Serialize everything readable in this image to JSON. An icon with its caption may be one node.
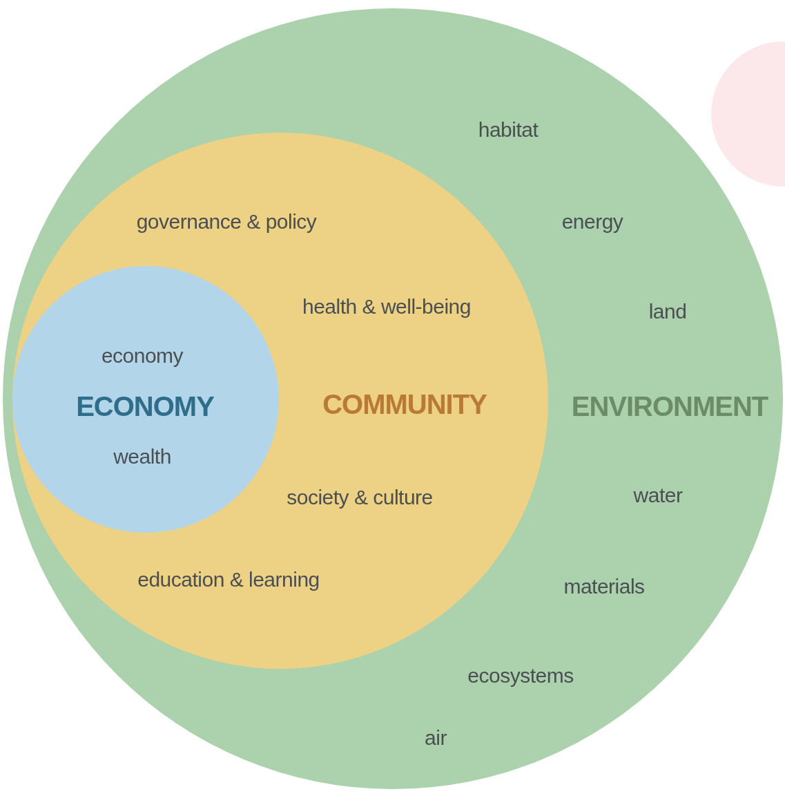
{
  "diagram": {
    "nodes": [
      {
        "text": [
          "habitat",
          "energy",
          "land",
          "ENVIRONMENT",
          "water",
          "materials",
          "ecosystems",
          "air"
        ]
      },
      {
        "text": [
          "governance & policy",
          "health & well-being",
          "COMMUNITY",
          "society & culture",
          "education & learning"
        ],
        "in": 0
      },
      {
        "text": [
          "economy",
          "ECONOMY",
          "wealth"
        ],
        "in": 1
      }
    ]
  }
}
